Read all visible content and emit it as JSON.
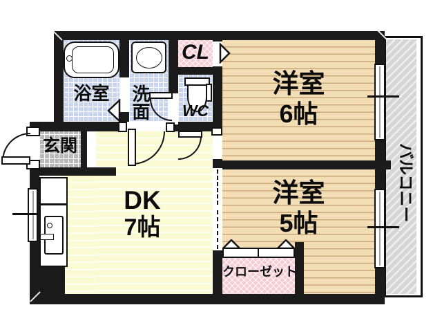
{
  "floorplan": {
    "rooms": {
      "bath": {
        "label": "浴室"
      },
      "washroom": {
        "label": "洗面"
      },
      "toilet": {
        "label": "WC"
      },
      "closet_cl": {
        "label": "CL"
      },
      "entrance": {
        "label": "玄関"
      },
      "dining_kitchen": {
        "name": "DK",
        "size": "7帖"
      },
      "western_room_6": {
        "name": "洋室",
        "size": "6帖"
      },
      "western_room_5": {
        "name": "洋室",
        "size": "5帖"
      },
      "closet_main": {
        "label": "クローゼット"
      },
      "balcony": {
        "label": "バルコニー"
      }
    },
    "colors": {
      "wall": "#1b1b1b",
      "wet_area_tile": "#c9d5ee",
      "entrance_tile": "#b9b9b9",
      "closet_pink": "#f6ccd5",
      "western_room_floor": "#f3ddb5",
      "dk_floor": "#fbfbd3",
      "balcony_gray": "#d6d6d6"
    },
    "fixtures": {
      "bathtub": "bathtub",
      "washbasin": "washbasin",
      "toilet_bowl": "toilet",
      "kitchen_sink": "kitchen-sink"
    }
  }
}
